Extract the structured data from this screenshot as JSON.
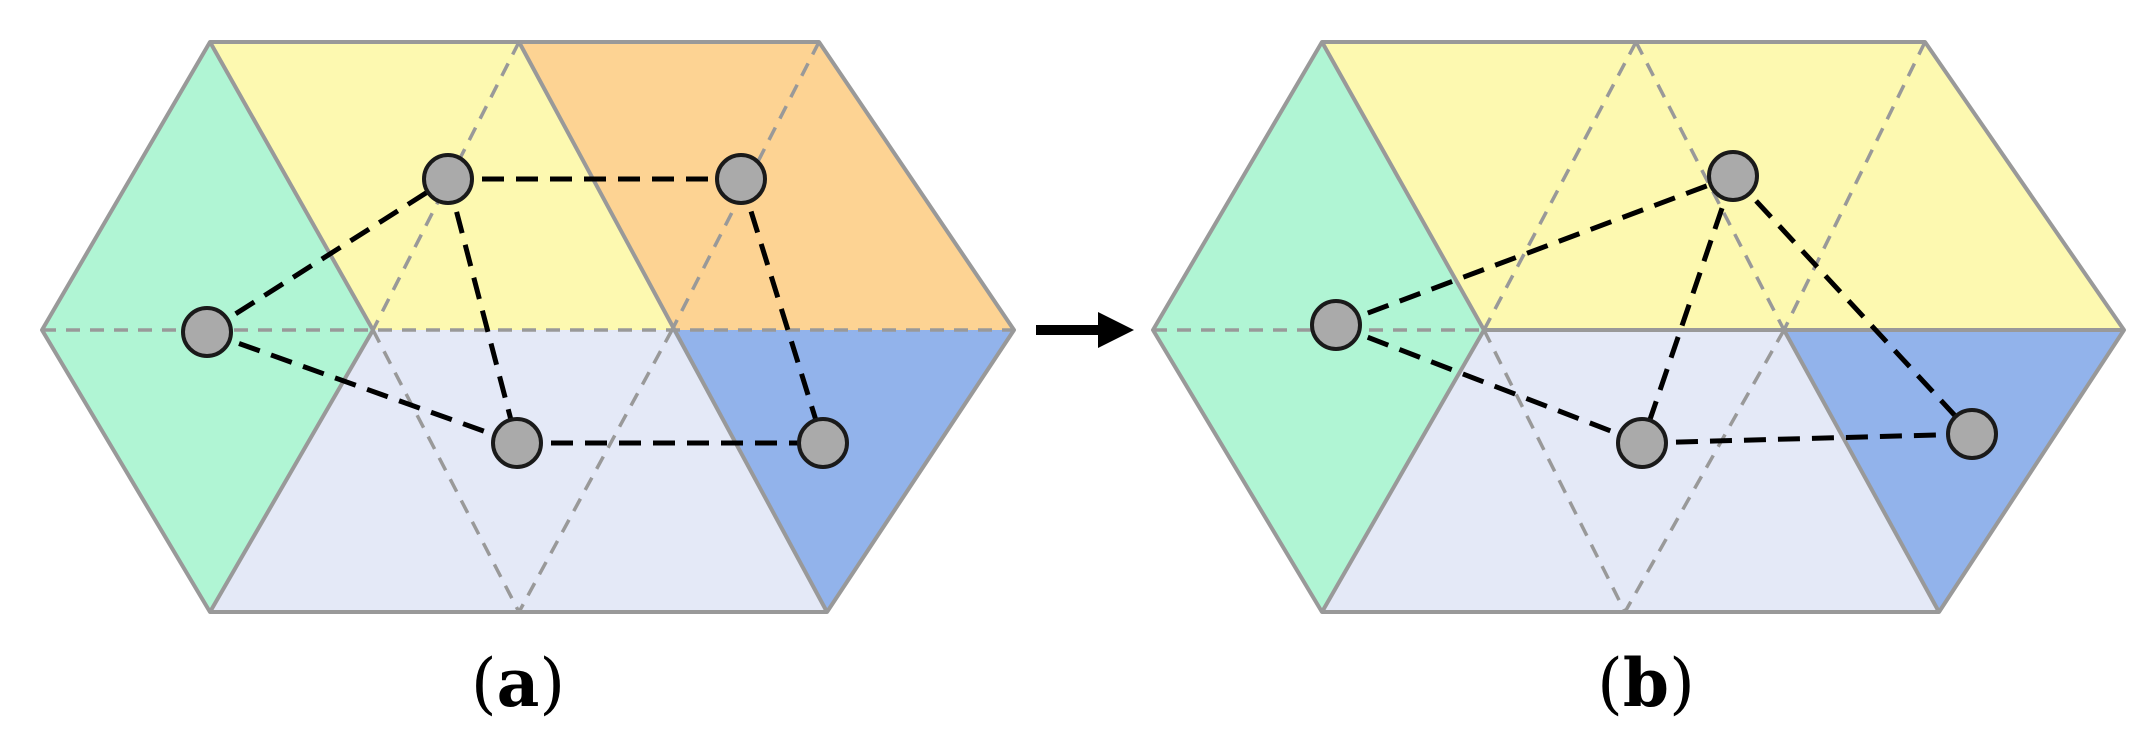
{
  "figure": {
    "panels": [
      {
        "id": "a",
        "label_open": "(",
        "label_letter": "a",
        "label_close": ")",
        "regions": [
          {
            "name": "green-region",
            "color": "#b0f5d4"
          },
          {
            "name": "yellow-region",
            "color": "#fdf9b0"
          },
          {
            "name": "orange-region",
            "color": "#fdd393"
          },
          {
            "name": "lightblue-region",
            "color": "#e4e9f7"
          },
          {
            "name": "blue-region",
            "color": "#92b3eb"
          }
        ],
        "nodes": 5
      },
      {
        "id": "b",
        "label_open": "(",
        "label_letter": "b",
        "label_close": ")",
        "regions": [
          {
            "name": "green-region",
            "color": "#b0f5d4"
          },
          {
            "name": "yellow-region",
            "color": "#fdf9b0"
          },
          {
            "name": "lightblue-region",
            "color": "#e4e9f7"
          },
          {
            "name": "blue-region",
            "color": "#92b3eb"
          }
        ],
        "nodes": 4
      }
    ],
    "colors": {
      "outline": "#999999",
      "dashed_grid": "#999999",
      "edge": "#000000",
      "node_fill": "#aaaaaa",
      "node_stroke": "#1a1a1a",
      "arrow": "#000000"
    },
    "arrow_icon": "right-arrow-icon"
  }
}
